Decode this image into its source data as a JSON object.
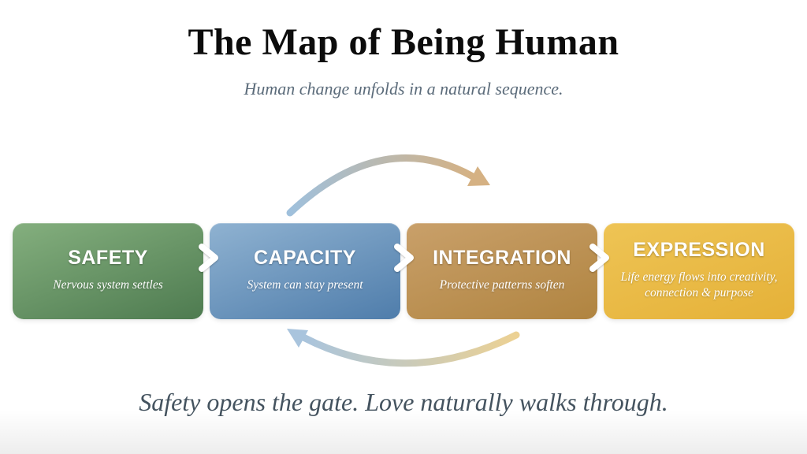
{
  "header": {
    "title": "The Map of Being Human",
    "subtitle": "Human change unfolds in a natural sequence."
  },
  "stages": [
    {
      "label": "SAFETY",
      "description": "Nervous system settles",
      "color_top": "#84af7e",
      "color_bottom": "#4e7b50"
    },
    {
      "label": "CAPACITY",
      "description": "System can stay present",
      "color_top": "#8fb2d1",
      "color_bottom": "#4f7dab"
    },
    {
      "label": "INTEGRATION",
      "description": "Protective patterns soften",
      "color_top": "#c9a06a",
      "color_bottom": "#b08440"
    },
    {
      "label": "EXPRESSION",
      "description": "Life energy flows into creativity, connection & purpose",
      "color_top": "#eec455",
      "color_bottom": "#e5b138"
    }
  ],
  "footer": {
    "tagline": "Safety opens the gate. Love naturally walks through."
  },
  "icons": {
    "stage_arrow": "chevron-right",
    "cycle_top": "curved-arrow-right",
    "cycle_bottom": "curved-arrow-left"
  },
  "colors": {
    "arc_top_start": "#9fc0dc",
    "arc_top_end": "#d5b183",
    "arc_bottom_start": "#a9c4dd",
    "arc_bottom_end": "#ecd193",
    "chevron": "#ffffff"
  }
}
